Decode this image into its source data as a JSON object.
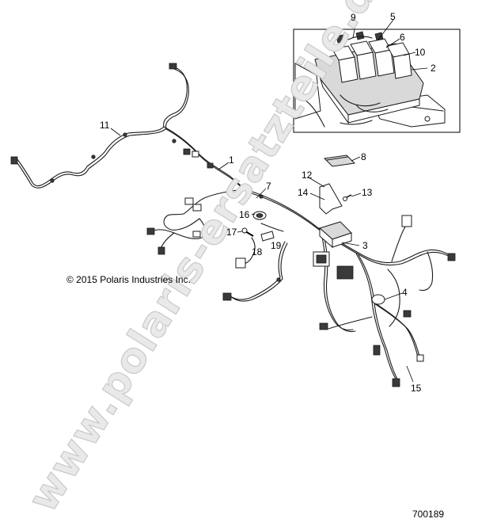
{
  "copyright": "© 2015 Polaris Industries Inc.",
  "figure_number": "700189",
  "watermark": "www.polaris-ersatzteile.de",
  "callouts": [
    "9",
    "5",
    "6",
    "10",
    "2",
    "8",
    "11",
    "1",
    "7",
    "12",
    "14",
    "13",
    "16",
    "17",
    "18",
    "19",
    "3",
    "4",
    "15"
  ]
}
